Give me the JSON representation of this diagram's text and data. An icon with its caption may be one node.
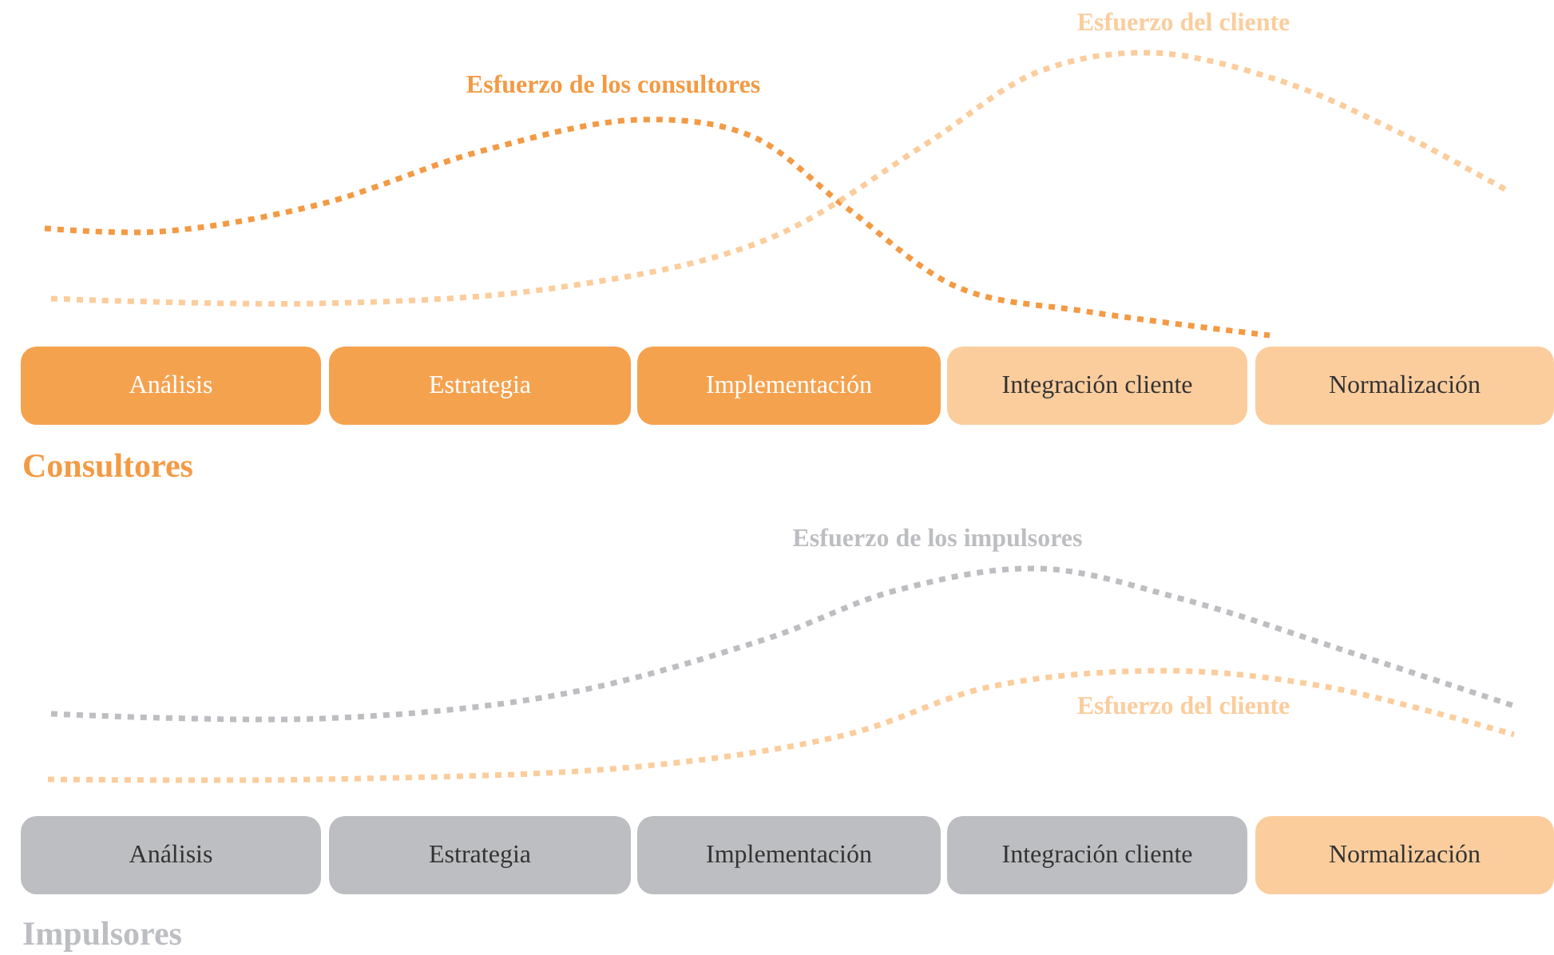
{
  "diagram": {
    "nodes": [
      {
        "text": [
          "Análisis"
        ]
      },
      {
        "text": [
          "Estrategia"
        ]
      },
      {
        "text": [
          "Implementación"
        ]
      },
      {
        "text": [
          "Integración cliente"
        ]
      },
      {
        "text": [
          "Normalización"
        ]
      },
      {
        "text": [
          "Análisis"
        ]
      },
      {
        "text": [
          "Estrategia"
        ]
      },
      {
        "text": [
          "Implementación"
        ]
      },
      {
        "text": [
          "Integración cliente"
        ]
      },
      {
        "text": [
          "Normalización"
        ]
      }
    ],
    "labels": [
      "Esfuerzo del cliente",
      "Esfuerzo de los consultores",
      "Consultores",
      "Esfuerzo de los impulsores",
      "Esfuerzo del cliente",
      "Impulsores"
    ]
  }
}
